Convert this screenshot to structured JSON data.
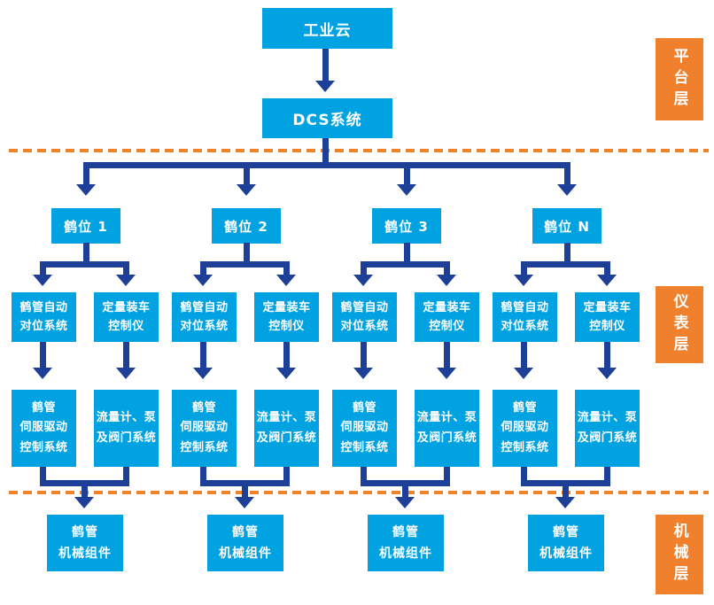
{
  "diagram": {
    "platform": {
      "cloud_label": "工业云",
      "dcs_label": "DCS系统"
    },
    "layer_labels": [
      {
        "label": "平台层"
      },
      {
        "label": "仪表层"
      },
      {
        "label": "机械层"
      }
    ],
    "branches": [
      {
        "crane_label": "鹤位 1",
        "auto_positioning_label": "鹤管自动\n对位系统",
        "loading_control_label": "定量装车\n控制仪",
        "servo_drive_label": "鹤管\n伺服驱动\n控制系统",
        "flow_valve_label": "流量计、泵\n及阀门系统",
        "mechanical_label": "鹤管\n机械组件"
      },
      {
        "crane_label": "鹤位 2",
        "auto_positioning_label": "鹤管自动\n对位系统",
        "loading_control_label": "定量装车\n控制仪",
        "servo_drive_label": "鹤管\n伺服驱动\n控制系统",
        "flow_valve_label": "流量计、泵\n及阀门系统",
        "mechanical_label": "鹤管\n机械组件"
      },
      {
        "crane_label": "鹤位 3",
        "auto_positioning_label": "鹤管自动\n对位系统",
        "loading_control_label": "定量装车\n控制仪",
        "servo_drive_label": "鹤管\n伺服驱动\n控制系统",
        "flow_valve_label": "流量计、泵\n及阀门系统",
        "mechanical_label": "鹤管\n机械组件"
      },
      {
        "crane_label": "鹤位 N",
        "auto_positioning_label": "鹤管自动\n对位系统",
        "loading_control_label": "定量装车\n控制仪",
        "servo_drive_label": "鹤管\n伺服驱动\n控制系统",
        "flow_valve_label": "流量计、泵\n及阀门系统",
        "mechanical_label": "鹤管\n机械组件"
      }
    ],
    "colors": {
      "node_fill": "#00a2e2",
      "connector": "#1d3f97",
      "layer_fill": "#f0802b",
      "divider_dash": "#f08329",
      "text_on_fill": "#ffffff",
      "background": "#ffffff"
    }
  }
}
